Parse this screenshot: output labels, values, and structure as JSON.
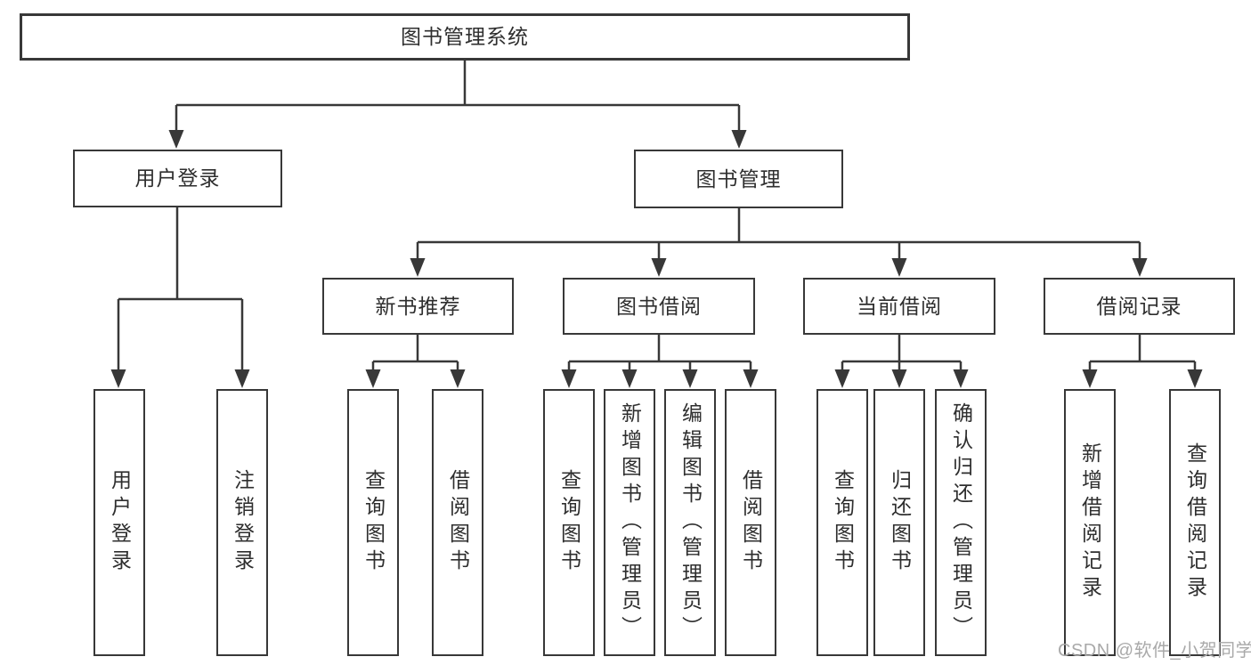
{
  "diagram": {
    "title": "图书管理系统",
    "nodes": {
      "root": "图书管理系统",
      "user_login": "用户登录",
      "book_mgmt": "图书管理",
      "new_books": "新书推荐",
      "book_borrow": "图书借阅",
      "current_borrow": "当前借阅",
      "borrow_records": "借阅记录",
      "leaf_user_login": "用户登录",
      "leaf_logout": "注销登录",
      "nb_query": "查询图书",
      "nb_borrow": "借阅图书",
      "bb_query": "查询图书",
      "bb_add": "新增图书（管理员）",
      "bb_edit": "编辑图书（管理员）",
      "bb_borrow": "借阅图书",
      "cb_query": "查询图书",
      "cb_return": "归还图书",
      "cb_confirm": "确认归还（管理员）",
      "br_add": "新增借阅记录",
      "br_query": "查询借阅记录"
    },
    "colors": {
      "line": "#383838",
      "text": "#2e2e2e",
      "watermark": "#a9a9a9",
      "background": "#ffffff"
    }
  },
  "watermark": {
    "text": "CSDN @软件_小贺同学"
  }
}
